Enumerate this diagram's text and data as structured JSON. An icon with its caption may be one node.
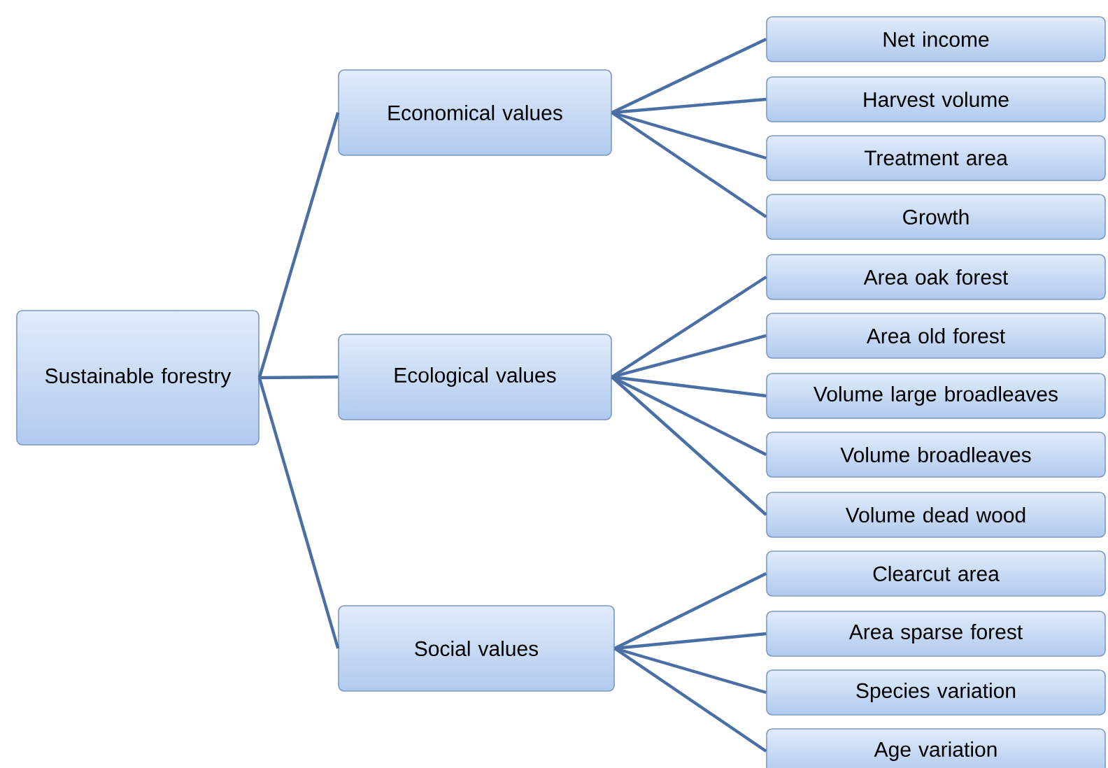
{
  "diagram": {
    "nodes": [
      {
        "text": [
          "Sustainable forestry"
        ]
      },
      {
        "text": [
          "Economical values"
        ]
      },
      {
        "text": [
          "Ecological values"
        ]
      },
      {
        "text": [
          "Social values"
        ]
      },
      {
        "text": [
          "Net income"
        ]
      },
      {
        "text": [
          "Harvest volume"
        ]
      },
      {
        "text": [
          "Treatment area"
        ]
      },
      {
        "text": [
          "Growth"
        ]
      },
      {
        "text": [
          "Area oak forest"
        ]
      },
      {
        "text": [
          "Area old forest"
        ]
      },
      {
        "text": [
          "Volume large broadleaves"
        ]
      },
      {
        "text": [
          "Volume broadleaves"
        ]
      },
      {
        "text": [
          "Volume dead wood"
        ]
      },
      {
        "text": [
          "Clearcut area"
        ]
      },
      {
        "text": [
          "Area sparse forest"
        ]
      },
      {
        "text": [
          "Species variation"
        ]
      },
      {
        "text": [
          "Age variation"
        ]
      }
    ],
    "edges": [
      {
        "from": 0,
        "to": 1,
        "arrow": "none"
      },
      {
        "from": 0,
        "to": 2,
        "arrow": "none"
      },
      {
        "from": 0,
        "to": 3,
        "arrow": "none"
      },
      {
        "from": 1,
        "to": 4,
        "arrow": "none"
      },
      {
        "from": 1,
        "to": 5,
        "arrow": "none"
      },
      {
        "from": 1,
        "to": 6,
        "arrow": "none"
      },
      {
        "from": 1,
        "to": 7,
        "arrow": "none"
      },
      {
        "from": 2,
        "to": 8,
        "arrow": "none"
      },
      {
        "from": 2,
        "to": 9,
        "arrow": "none"
      },
      {
        "from": 2,
        "to": 10,
        "arrow": "none"
      },
      {
        "from": 2,
        "to": 11,
        "arrow": "none"
      },
      {
        "from": 2,
        "to": 12,
        "arrow": "none"
      },
      {
        "from": 3,
        "to": 13,
        "arrow": "none"
      },
      {
        "from": 3,
        "to": 14,
        "arrow": "none"
      },
      {
        "from": 3,
        "to": 15,
        "arrow": "none"
      },
      {
        "from": 3,
        "to": 16,
        "arrow": "none"
      }
    ]
  }
}
